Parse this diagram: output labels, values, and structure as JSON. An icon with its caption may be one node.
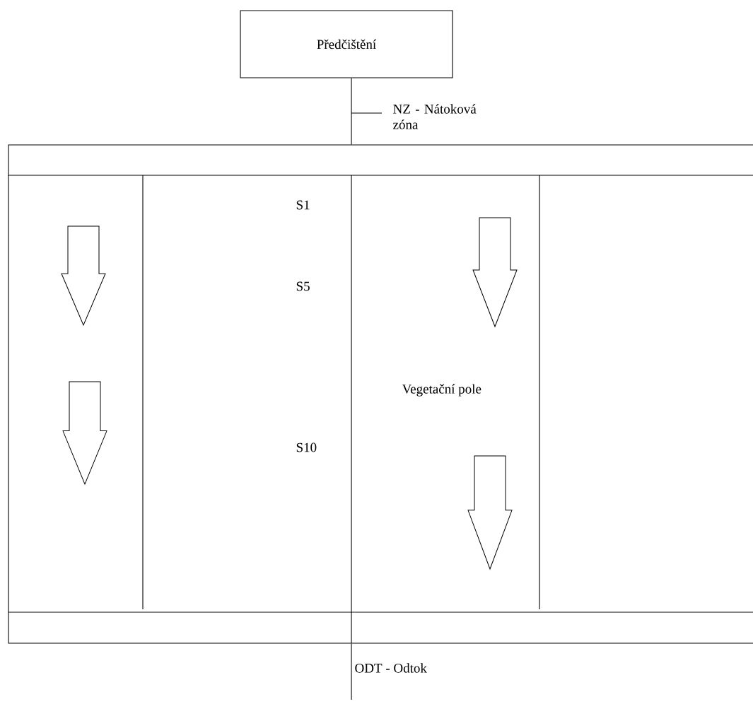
{
  "diagram": {
    "nodes": [
      {
        "text": [
          "Předčištění"
        ]
      },
      {
        "text": [],
        "shape": "box"
      },
      {
        "text": [],
        "shape": "box"
      }
    ],
    "edges": [
      {
        "from": 0,
        "to": 1,
        "arrow": "none"
      },
      {
        "from": 2,
        "to": null,
        "arrow": "none"
      }
    ],
    "labels": [
      "NZ - Nátoková zóna",
      "S1",
      "S5",
      "Vegetační pole",
      "S10",
      "ODT - Odtok"
    ]
  }
}
